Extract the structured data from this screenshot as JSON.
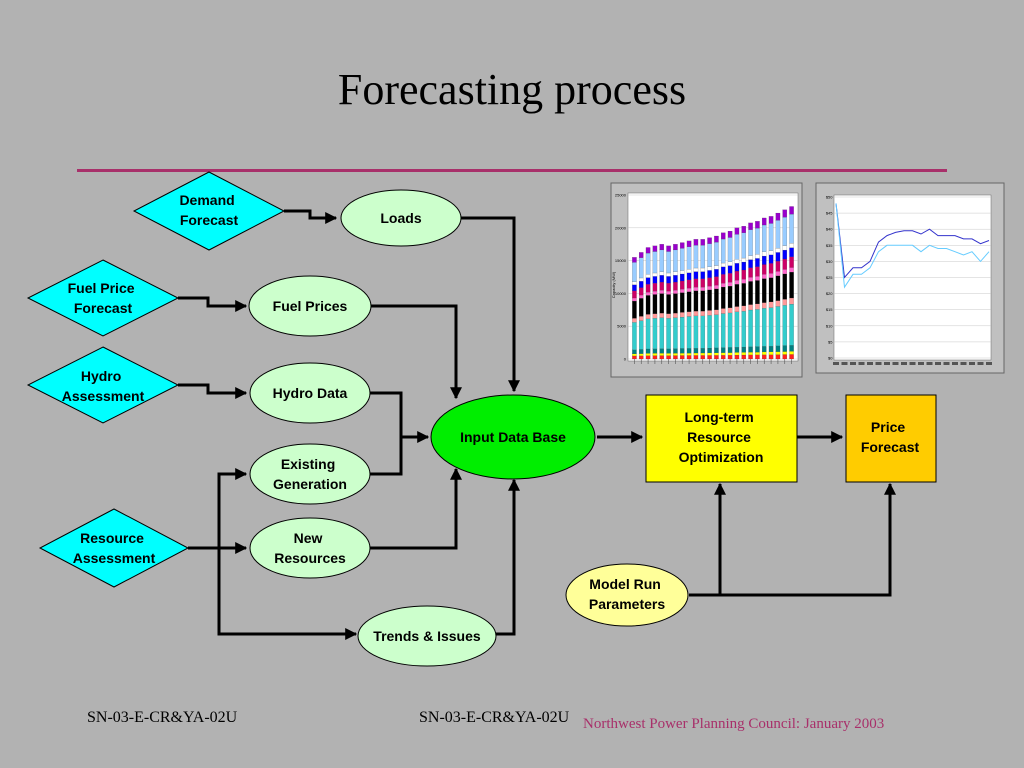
{
  "title": "Forecasting process",
  "nodes": {
    "demand_forecast": [
      "Demand",
      "Forecast"
    ],
    "fuel_price_forecast": [
      "Fuel Price",
      "Forecast"
    ],
    "hydro_assessment": [
      "Hydro",
      "Assessment"
    ],
    "resource_assessment": [
      "Resource",
      "Assessment"
    ],
    "loads": [
      "Loads"
    ],
    "fuel_prices": [
      "Fuel Prices"
    ],
    "hydro_data": [
      "Hydro Data"
    ],
    "existing_generation": [
      "Existing",
      "Generation"
    ],
    "new_resources": [
      "New",
      "Resources"
    ],
    "trends_issues": [
      "Trends & Issues"
    ],
    "input_data_base": [
      "Input Data Base"
    ],
    "long_term": [
      "Long-term",
      "Resource",
      "Optimization"
    ],
    "price_forecast": [
      "Price",
      "Forecast"
    ],
    "model_run": [
      "Model Run",
      "Parameters"
    ]
  },
  "colors": {
    "background": "#b2b2b2",
    "diamond": "#00ffff",
    "ellipse": "#ccffcc",
    "input_db": "#00ee00",
    "long_term": "#ffff00",
    "price_forecast": "#ffcc00",
    "model_run": "#ffff99",
    "rule": "#a8306a"
  },
  "thumb_bar": {
    "y_ticks": [
      "25000",
      "20000",
      "15000",
      "10000",
      "5000",
      "0"
    ],
    "y_label": "Capacity (MW)",
    "n_bars": 24,
    "values": [
      0.62,
      0.65,
      0.68,
      0.69,
      0.7,
      0.69,
      0.7,
      0.71,
      0.72,
      0.73,
      0.73,
      0.74,
      0.75,
      0.77,
      0.78,
      0.8,
      0.81,
      0.83,
      0.84,
      0.86,
      0.87,
      0.89,
      0.91,
      0.93
    ],
    "segments": [
      {
        "color": "#ff2020",
        "share": 0.03
      },
      {
        "color": "#ffff00",
        "share": 0.02
      },
      {
        "color": "#008080",
        "share": 0.04
      },
      {
        "color": "#33cccc",
        "share": 0.27
      },
      {
        "color": "#ff9999",
        "share": 0.04
      },
      {
        "color": "#000000",
        "share": 0.17
      },
      {
        "color": "#ff66cc",
        "share": 0.03
      },
      {
        "color": "#cc0066",
        "share": 0.07
      },
      {
        "color": "#0000ff",
        "share": 0.06
      },
      {
        "color": "#ffffff",
        "share": 0.03
      },
      {
        "color": "#99ccff",
        "share": 0.19
      },
      {
        "color": "#9900cc",
        "share": 0.05
      }
    ]
  },
  "thumb_line": {
    "y_ticks": [
      "$50",
      "$45",
      "$40",
      "$35",
      "$30",
      "$25",
      "$20",
      "$15",
      "$10",
      "$5",
      "$0"
    ],
    "ymax": 50,
    "series": [
      {
        "color": "#3333cc",
        "values": [
          48,
          25,
          28,
          28,
          30,
          36,
          38,
          39,
          39.5,
          39.5,
          38.5,
          40,
          38,
          38,
          38,
          37,
          37,
          35.5,
          36.5
        ]
      },
      {
        "color": "#66ccff",
        "values": [
          48,
          22,
          26,
          26,
          28,
          33,
          35,
          35,
          35,
          35,
          33,
          35,
          34,
          34,
          33,
          32,
          33,
          30,
          33
        ]
      }
    ]
  },
  "footer": {
    "left": "SN-03-E-CR&YA-02U",
    "center": "SN-03-E-CR&YA-02U",
    "credit": "Northwest Power Planning Council:  January 2003"
  }
}
